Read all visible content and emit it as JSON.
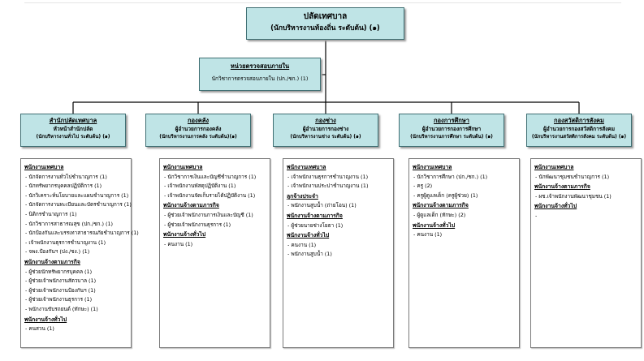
{
  "chief": {
    "title": "ปลัดเทศบาล",
    "subtitle": "(นักบริหารงานท้องถิ่น ระดับต้น) (๑)"
  },
  "audit": {
    "title": "หน่วยตรวจสอบภายใน",
    "position": "นักวิชาการตรวจสอบภายใน (ปก./ชก.) (1)"
  },
  "departments": [
    {
      "name": "สำนักปลัดเทศบาล",
      "head": "หัวหน้าสำนักปลัด",
      "rank": "(นักบริหารงานทั่วไป ระดับต้น) (๑)",
      "groups": [
        {
          "title": "พนักงานเทศบาล",
          "items": [
            "- นักจัดการงานทั่วไปชำนาญการ (1)",
            "- นักทรัพยากรบุคคลปฏิบัติการ (1)",
            "- นักวิเคราะห์นโยบายและแผนชำนาญการ (1)",
            "- นักจัดการงานทะเบียนและบัตรชำนาญการ (1)",
            "- นิติกรชำนาญการ (1)",
            "- นักวิชาการสาธารณสุข (ปก./ชก.) (1)",
            "- นักป้องกันและบรรเทาสาธารณภัยชำนาญการ (1)",
            "- เจ้าพนักงานธุรการชำนาญงาน (1)",
            "- จพง.ป้องกันฯ (ปง./ชง.) (1)"
          ]
        },
        {
          "title": "พนักงานจ้างตามภารกิจ",
          "items": [
            "- ผู้ช่วยนักทรัพยากรบุคคล (1)",
            "- ผู้ช่วยเจ้าพนักงานสัตวบาล (1)",
            "- ผู้ช่วยเจ้าพนักงานป้องกันฯ (1)",
            "- ผู้ช่วยเจ้าพนักงานธุรการ (1)",
            "- พนักงานขับรถยนต์ (ทักษะ) (1)"
          ]
        },
        {
          "title": "พนักงานจ้างทั่วไป",
          "items": [
            "- คนสวน (1)"
          ]
        }
      ]
    },
    {
      "name": "กองคลัง",
      "head": "ผู้อำนวยการกองคลัง",
      "rank": "(นักบริหารงานการคลัง ระดับต้น)(๑)",
      "groups": [
        {
          "title": "พนักงานเทศบาล",
          "items": [
            "- นักวิชาการเงินและบัญชีชำนาญการ (1)",
            "- เจ้าพนักงานพัสดุปฏิบัติงาน (1)",
            "- เจ้าพนักงานจัดเก็บรายได้ปฏิบัติงาน (1)"
          ]
        },
        {
          "title": "พนักงานจ้างตามภารกิจ",
          "items": [
            "- ผู้ช่วยเจ้าพนักงานการเงินและบัญชี (1)",
            "- ผู้ช่วยเจ้าพนักงานธุรการ (1)"
          ]
        },
        {
          "title": "พนักงานจ้างทั่วไป",
          "items": [
            "- คนงาน (1)"
          ]
        }
      ]
    },
    {
      "name": "กองช่าง",
      "head": "ผู้อำนวยการกองช่าง",
      "rank": "(นักบริหารงานช่าง ระดับต้น) (๑)",
      "groups": [
        {
          "title": "พนักงานเทศบาล",
          "items": [
            "- เจ้าพนักงานธุรการชำนาญงาน (1)",
            "- เจ้าพนักงานประปาชำนาญงาน (1)"
          ]
        },
        {
          "title": "ลูกจ้างประจำ",
          "items": [
            "- พนักงานสูบน้ำ (ถ่ายโอน) (1)"
          ]
        },
        {
          "title": "พนักงานจ้างตามภารกิจ",
          "items": [
            "- ผู้ช่วยนายช่างโยธา (1)"
          ]
        },
        {
          "title": "พนักงานจ้างทั่วไป",
          "items": [
            "- คนงาน (1)",
            "- พนักงานสูบน้ำ (1)"
          ]
        }
      ]
    },
    {
      "name": "กองการศึกษา",
      "head": "ผู้อำนวยการกองการศึกษา",
      "rank": "(นักบริหารงานการศึกษา ระดับต้น) (๑)",
      "groups": [
        {
          "title": "พนักงานเทศบาล",
          "items": [
            "- นักวิชาการศึกษา (ปก./ชก.) (1)",
            "- ครู (2)",
            "- ครูผู้ดูแลเด็ก (ครูผู้ช่วย) (1)"
          ]
        },
        {
          "title": "พนักงานจ้างตามภารกิจ",
          "items": [
            "- ผู้ดูแลเด็ก (ทักษะ) (2)"
          ]
        },
        {
          "title": "พนักงานจ้างทั่วไป",
          "items": [
            "- คนงาน (1)"
          ]
        }
      ]
    },
    {
      "name": "กองสวัสดิการสังคม",
      "head": "ผู้อำนวยการกองสวัสดิการสังคม",
      "rank": "(นักบริหารงานสวัสดิการสังคม ระดับต้น) (๑)",
      "groups": [
        {
          "title": "พนักงานเทศบาล",
          "items": [
            "- นักพัฒนาชุมชนชำนาญการ (1)"
          ]
        },
        {
          "title": "พนักงานจ้างตามภารกิจ",
          "items": [
            "- ผช.เจ้าพนักงานพัฒนาชุมชน (1)"
          ]
        },
        {
          "title": "พนักงานจ้างทั่วไป",
          "items": [
            "-"
          ]
        }
      ]
    }
  ]
}
